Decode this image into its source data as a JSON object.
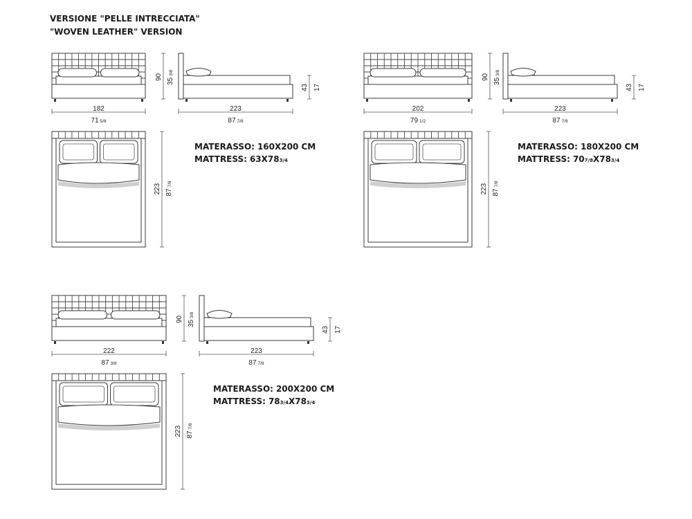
{
  "heading": {
    "line1": "VERSIONE \"PELLE INTRECCIATA\"",
    "line2": "\"WOVEN LEATHER\" VERSION"
  },
  "beds": [
    {
      "width_cm": "182",
      "width_in_whole": "71",
      "width_in_frac": "5/8",
      "length_cm": "223",
      "length_in_whole": "87",
      "length_in_frac": "7/8",
      "headboard_cm": "90",
      "headboard_in_whole": "35",
      "headboard_in_frac": "3/8",
      "base_cm": "43",
      "base_in": "17",
      "mattress_it_label": "MATERASSO:",
      "mattress_it_value": "160X200 CM",
      "mattress_en_label": "MATTRESS:",
      "mattress_en_a": "63",
      "mattress_en_a_frac": "",
      "mattress_en_x": "X",
      "mattress_en_b": "78",
      "mattress_en_b_frac": "3/4"
    },
    {
      "width_cm": "202",
      "width_in_whole": "79",
      "width_in_frac": "1/2",
      "length_cm": "223",
      "length_in_whole": "87",
      "length_in_frac": "7/8",
      "headboard_cm": "90",
      "headboard_in_whole": "35",
      "headboard_in_frac": "3/8",
      "base_cm": "43",
      "base_in": "17",
      "mattress_it_label": "MATERASSO:",
      "mattress_it_value": "180X200 CM",
      "mattress_en_label": "MATTRESS:",
      "mattress_en_a": "70",
      "mattress_en_a_frac": "7/8",
      "mattress_en_x": "X",
      "mattress_en_b": "78",
      "mattress_en_b_frac": "3/4"
    },
    {
      "width_cm": "222",
      "width_in_whole": "87",
      "width_in_frac": "3/8",
      "length_cm": "223",
      "length_in_whole": "87",
      "length_in_frac": "7/8",
      "headboard_cm": "90",
      "headboard_in_whole": "35",
      "headboard_in_frac": "3/8",
      "base_cm": "43",
      "base_in": "17",
      "mattress_it_label": "MATERASSO:",
      "mattress_it_value": "200X200 CM",
      "mattress_en_label": "MATTRESS:",
      "mattress_en_a": "78",
      "mattress_en_a_frac": "3/4",
      "mattress_en_x": "X",
      "mattress_en_b": "78",
      "mattress_en_b_frac": "3/4"
    }
  ]
}
